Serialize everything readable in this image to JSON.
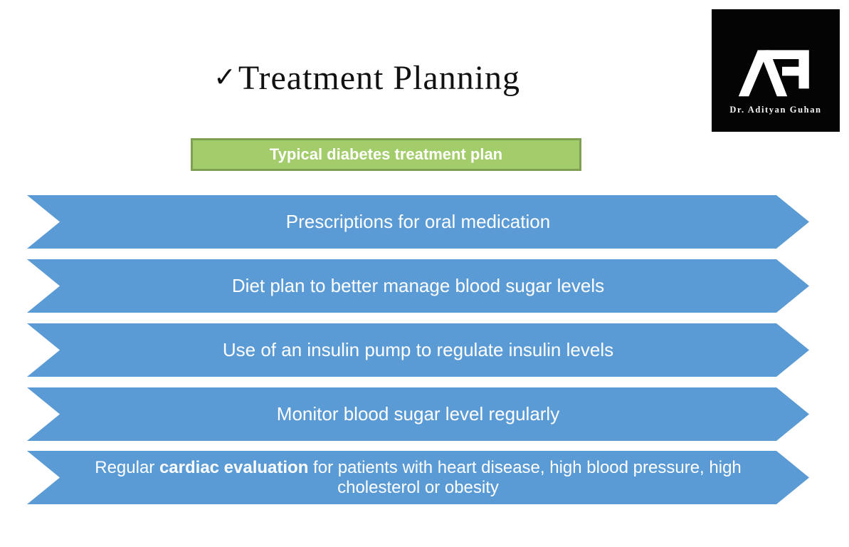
{
  "slide": {
    "title": {
      "check": "✓",
      "text": "Treatment Planning"
    },
    "logo": {
      "monogram": "AG",
      "name": "Dr. Adityan Guhan",
      "bg_color": "#040404",
      "fg_color": "#ffffff"
    },
    "banner": {
      "label": "Typical diabetes treatment plan",
      "fill_color": "#a3cc6b",
      "border_color": "#7fa052",
      "text_color": "#ffffff"
    },
    "arrows": {
      "fill_color": "#5b9bd5",
      "text_color": "#ffffff",
      "items": [
        {
          "text": "Prescriptions for oral medication"
        },
        {
          "text": "Diet plan to better manage blood sugar levels"
        },
        {
          "text": "Use of an insulin pump to regulate insulin levels"
        },
        {
          "text": "Monitor blood sugar level regularly"
        },
        {
          "prefix": "Regular ",
          "bold": "cardiac evaluation",
          "suffix": " for patients with heart disease, high blood pressure, high cholesterol or obesity"
        }
      ]
    }
  }
}
